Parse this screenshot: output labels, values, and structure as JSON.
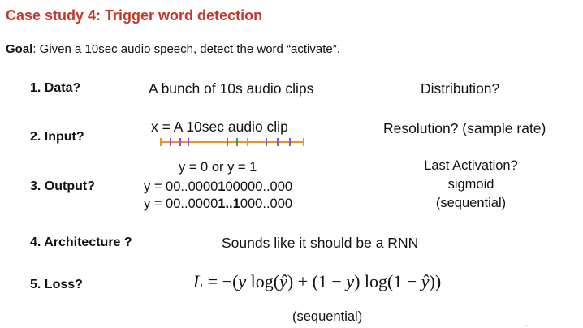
{
  "title": "Case study 4: Trigger word detection",
  "goal": {
    "label": "Goal",
    "text": ": Given a 10sec audio speech, detect the word “activate”."
  },
  "items": [
    {
      "label": "1.  Data?",
      "content": "A bunch of 10s audio clips",
      "note": "Distribution?"
    },
    {
      "label": "2.  Input?",
      "content": "x = A 10sec audio clip",
      "note": "Resolution? (sample rate)"
    },
    {
      "label": "3.  Output?",
      "content": "y = 0 or y = 1",
      "seq1": {
        "pre": "y = 00..0000",
        "bold": "1",
        "post": "00000..000"
      },
      "seq2": {
        "pre": "y = 00..0000",
        "bold": "1..1",
        "post": "000..000"
      },
      "note_lines": [
        "Last Activation?",
        "sigmoid",
        "(sequential)"
      ]
    },
    {
      "label": "4.  Architecture ?",
      "content": "Sounds like it should be a RNN"
    },
    {
      "label": "5.  Loss?",
      "formula": {
        "lhs": "L",
        "eq": " = −(",
        "y1": "y",
        "log1": " log(",
        "yhat1": "ŷ",
        "close1": ") + (1 − ",
        "y2": "y",
        "log2": ") log(1 − ",
        "yhat2": "ŷ",
        "close2": "))"
      },
      "note": "(sequential)"
    }
  ],
  "watermark": "...",
  "colors": {
    "title": "#c0392b",
    "timeline": "#f0902a",
    "mark_purple": "#a349d6",
    "mark_green": "#3aa63a"
  }
}
